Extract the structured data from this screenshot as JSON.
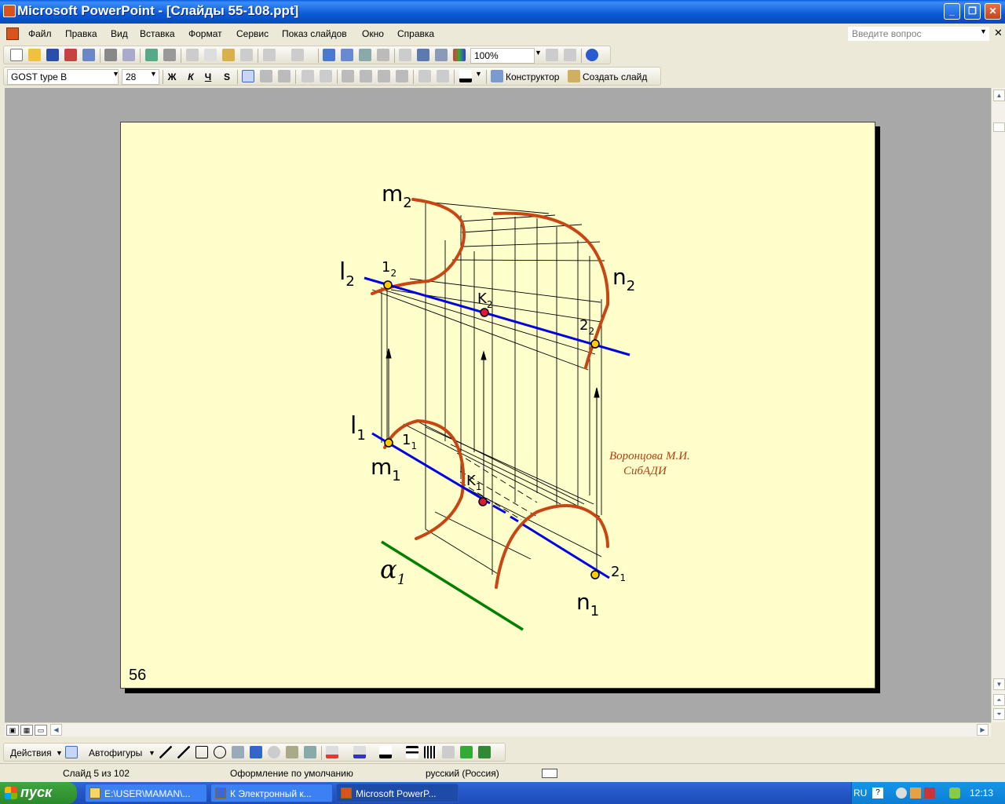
{
  "window": {
    "title": "Microsoft PowerPoint - [Слайды 55-108.ppt]",
    "min_label": "_",
    "max_label": "❐",
    "close_label": "✕"
  },
  "menu": {
    "items": [
      "Файл",
      "Правка",
      "Вид",
      "Вставка",
      "Формат",
      "Сервис",
      "Показ слайдов",
      "Окно",
      "Справка"
    ],
    "ask_placeholder": "Введите вопрос",
    "close_label": "✕"
  },
  "toolbar_standard": {
    "zoom": "100%"
  },
  "toolbar_format": {
    "font": "GOST type B",
    "size": "28",
    "bold": "Ж",
    "italic": "К",
    "underline": "Ч",
    "shadow": "S",
    "designer": "Конструктор",
    "new_slide": "Создать слайд"
  },
  "slide": {
    "number": "56",
    "author_line1": "Воронцова М.И.",
    "author_line2": "СибАДИ",
    "labels": {
      "m2": "m",
      "m2_sub": "2",
      "l2": "l",
      "l2_sub": "2",
      "n2": "n",
      "n2_sub": "2",
      "p12": "1",
      "p12_sub": "2",
      "k2": "K",
      "k2_sub": "2",
      "p22": "2",
      "p22_sub": "2",
      "l1": "l",
      "l1_sub": "1",
      "p11": "1",
      "p11_sub": "1",
      "m1": "m",
      "m1_sub": "1",
      "k1": "K",
      "k1_sub": "1",
      "alpha1": "α",
      "alpha1_sub": "1",
      "p21": "2",
      "p21_sub": "1",
      "n1": "n",
      "n1_sub": "1"
    },
    "colors": {
      "slide_bg": "#ffffcc",
      "curve": "#c84614",
      "line": "#0000e0",
      "trace": "#008000",
      "point_yellow": "#ffcc00",
      "point_red": "#e0143c"
    }
  },
  "drawing_toolbar": {
    "actions": "Действия",
    "autoshapes": "Автофигуры"
  },
  "status": {
    "slide": "Слайд 5 из 102",
    "design": "Оформление по умолчанию",
    "language": "русский (Россия)"
  },
  "taskbar": {
    "start": "пуск",
    "tasks": [
      "E:\\USER\\MAMAN\\...",
      "К Электронный к...",
      "Microsoft PowerP..."
    ],
    "lang": "RU",
    "time": "12:13"
  }
}
